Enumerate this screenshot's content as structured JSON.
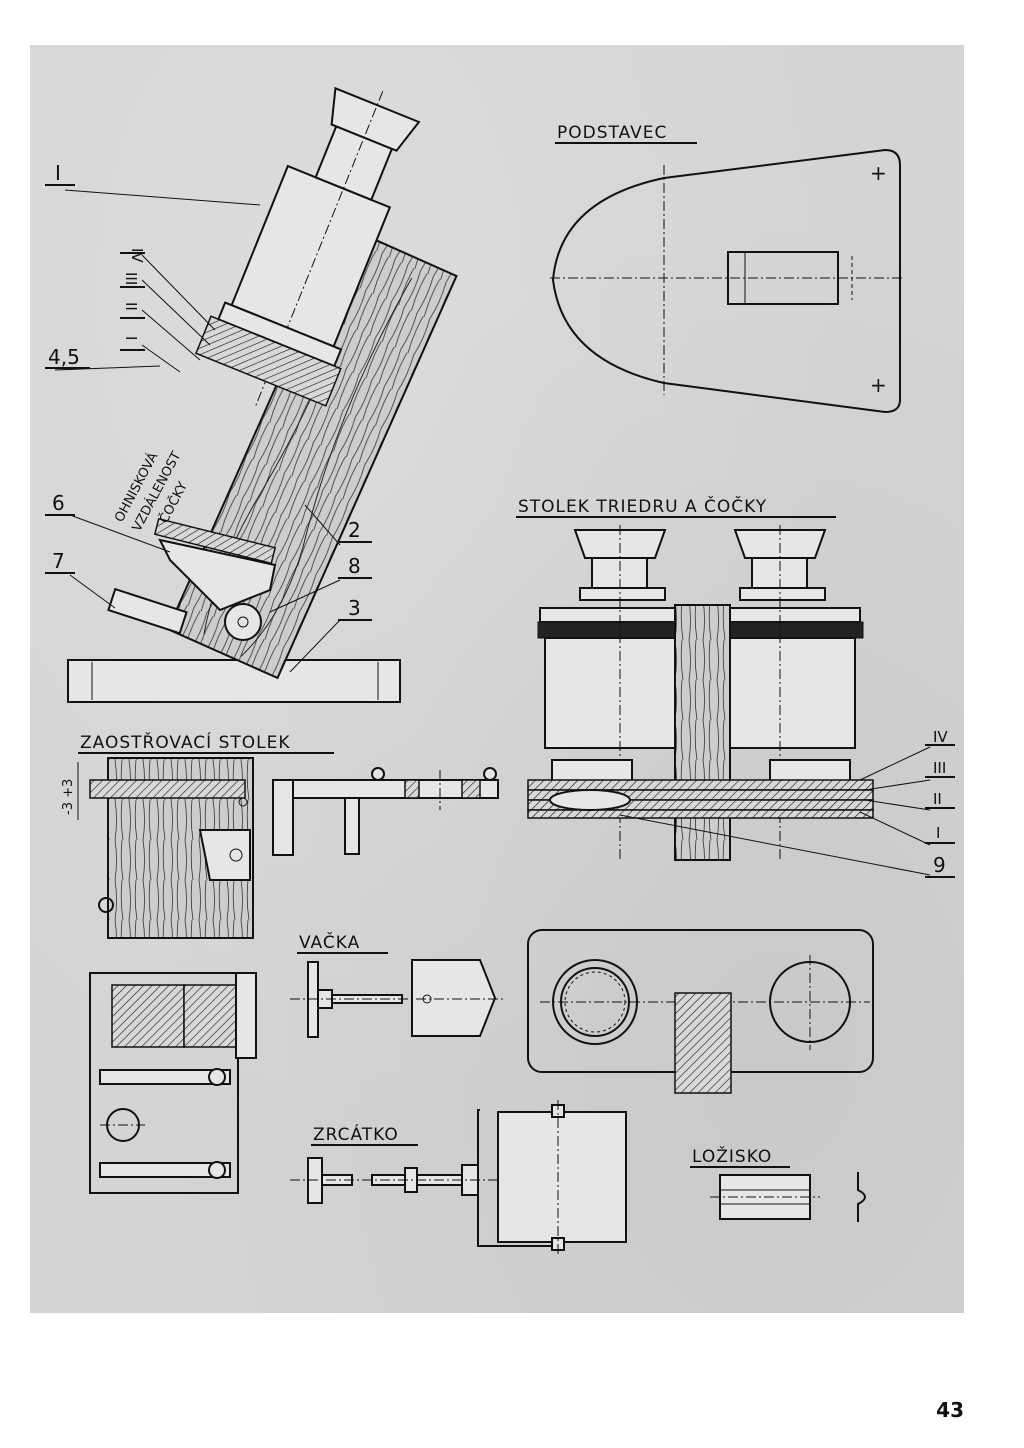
{
  "page_number": "43",
  "sections": {
    "podstavec": "PODSTAVEC",
    "stolek_triedru": "STOLEK TRIEDRU A ČOČKY",
    "zaostrovaci_stolek": "ZAOSTŘOVACÍ STOLEK",
    "vacka": "VAČKA",
    "zrcatko": "ZRCÁTKO",
    "lozisko": "LOŽISKO"
  },
  "microscope_labels": {
    "I": "I",
    "IV": "IV",
    "III": "III",
    "II": "II",
    "I_b": "I",
    "n45": "4,5",
    "n6": "6",
    "n7": "7",
    "n2": "2",
    "n8": "8",
    "n3": "3",
    "focal_1": "OHNISKOVÁ",
    "focal_2": "VZDÁLENOST",
    "focal_3": "ČOČKY"
  },
  "stage_labels": {
    "IV": "IV",
    "III": "III",
    "II": "II",
    "I": "I",
    "n9": "9"
  },
  "dimension": "-3 +3"
}
